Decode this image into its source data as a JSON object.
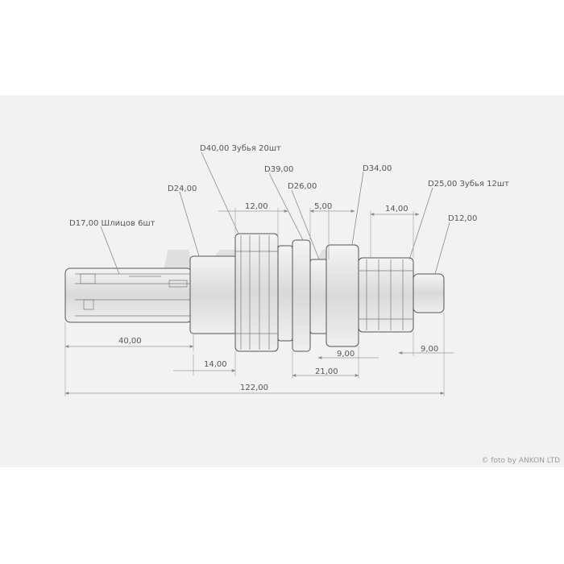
{
  "labels": {
    "d17": "D17,00 Шлицов 6шт",
    "d24": "D24,00",
    "d40": "D40,00 Зубья 20шт",
    "d39": "D39,00",
    "d26": "D26,00",
    "d34": "D34,00",
    "d25": "D25,00 Зубья 12шт",
    "d12": "D12,00"
  },
  "dimensions": {
    "top_12": "12,00",
    "top_5": "5,00",
    "top_14": "14,00",
    "bottom_40": "40,00",
    "bottom_14": "14,00",
    "bottom_9a": "9,00",
    "bottom_9b": "9,00",
    "bottom_21": "21,00",
    "overall_122": "122,00"
  },
  "watermark": "MPA",
  "credit": "© foto by ANKON LTD",
  "colors": {
    "background": "#ffffff",
    "band": "#f2f2f2",
    "line": "#8a8a8a",
    "text": "#555555",
    "watermark": "#dcdcdc"
  }
}
